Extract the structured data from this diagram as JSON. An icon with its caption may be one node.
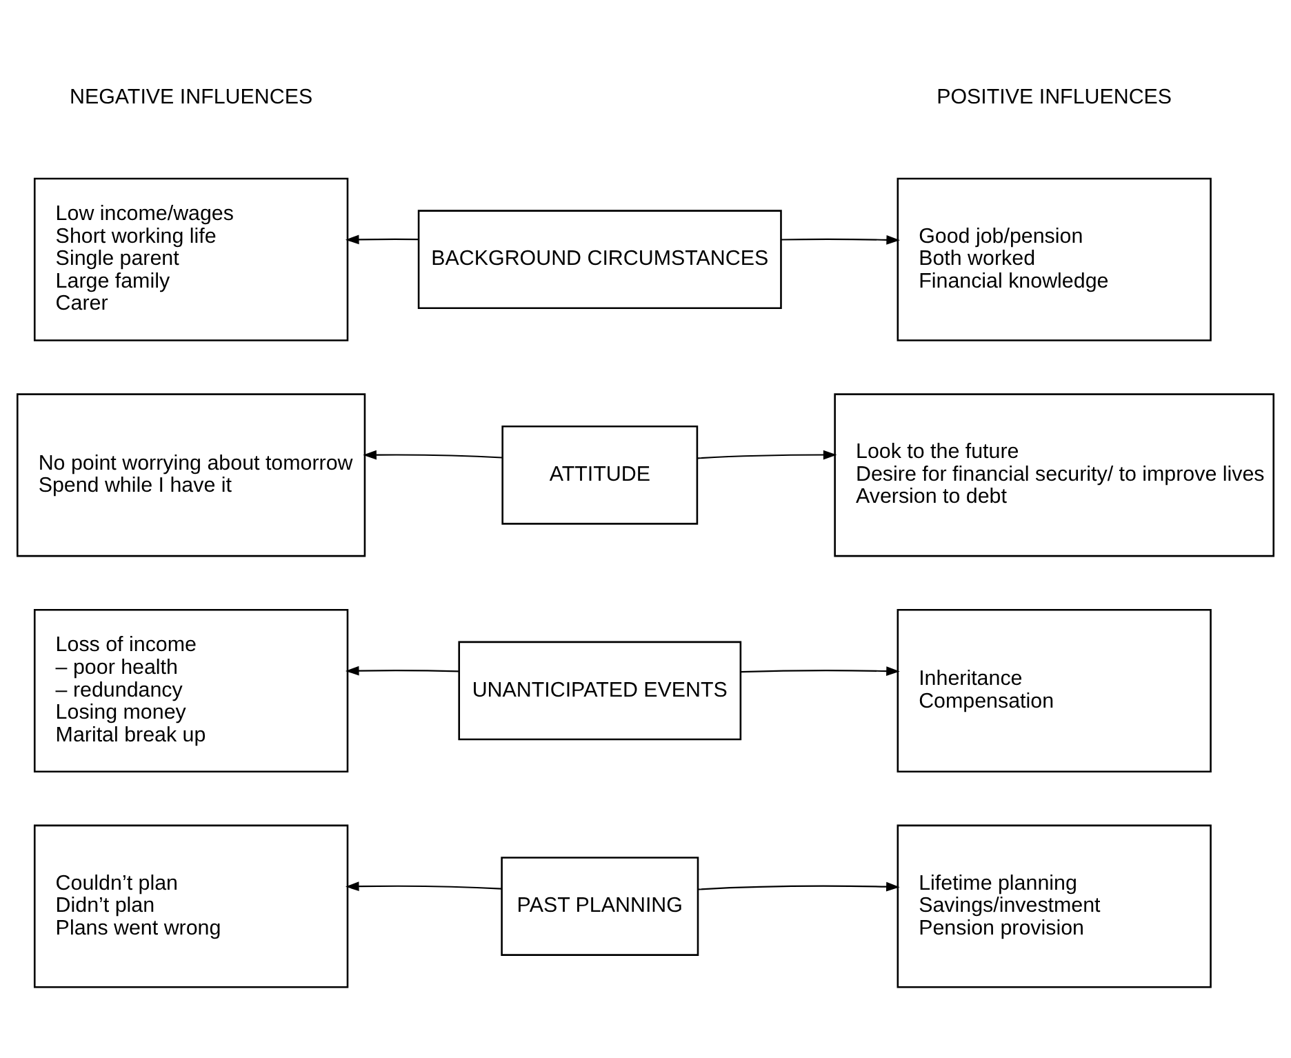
{
  "diagram": {
    "nodes": [
      {
        "text": [
          "Low income/wages",
          "Short working life",
          "Single parent",
          "Large family",
          "Carer"
        ]
      },
      {
        "text": [
          "BACKGROUND CIRCUMSTANCES"
        ]
      },
      {
        "text": [
          "Good job/pension",
          "Both worked",
          "Financial knowledge"
        ]
      },
      {
        "text": [
          "No point worrying about tomorrow",
          "Spend while I have it"
        ]
      },
      {
        "text": [
          "ATTITUDE"
        ]
      },
      {
        "text": [
          "Look to the future",
          "Desire for financial security/ to improve lives",
          "Aversion to debt"
        ]
      },
      {
        "text": [
          "Loss of income",
          "– poor health",
          "– redundancy",
          "Losing money",
          "Marital break up"
        ]
      },
      {
        "text": [
          "UNANTICIPATED EVENTS"
        ]
      },
      {
        "text": [
          "Inheritance",
          "Compensation"
        ]
      },
      {
        "text": [
          "Couldn’t plan",
          "Didn’t plan",
          "Plans went wrong"
        ]
      },
      {
        "text": [
          "PAST PLANNING"
        ]
      },
      {
        "text": [
          "Lifetime planning",
          "Savings/investment",
          "Pension provision"
        ]
      }
    ],
    "edges": [
      {
        "from": 1,
        "to": 0,
        "arrow": "to"
      },
      {
        "from": 1,
        "to": 2,
        "arrow": "to"
      },
      {
        "from": 4,
        "to": 3,
        "arrow": "to"
      },
      {
        "from": 4,
        "to": 5,
        "arrow": "to"
      },
      {
        "from": 7,
        "to": 6,
        "arrow": "to"
      },
      {
        "from": 7,
        "to": 8,
        "arrow": "to"
      },
      {
        "from": 10,
        "to": 9,
        "arrow": "to"
      },
      {
        "from": 10,
        "to": 11,
        "arrow": "to"
      }
    ],
    "labels": [
      "NEGATIVE INFLUENCES",
      "POSITIVE INFLUENCES"
    ]
  }
}
